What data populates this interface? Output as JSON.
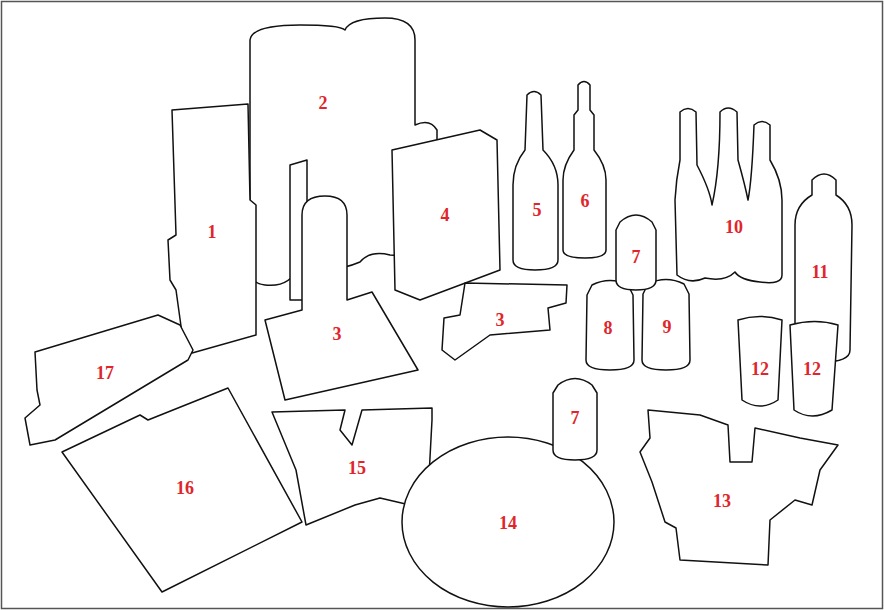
{
  "diagram": {
    "nodes": [
      {
        "text": [
          "2"
        ]
      },
      {
        "text": [
          "1"
        ]
      },
      {
        "text": [
          "3"
        ]
      },
      {
        "text": [
          "4"
        ]
      },
      {
        "text": [
          "5"
        ]
      },
      {
        "text": [
          "6"
        ]
      },
      {
        "text": [
          "10"
        ]
      },
      {
        "text": [
          "11"
        ]
      },
      {
        "text": [
          "7"
        ]
      },
      {
        "text": [
          "3"
        ]
      },
      {
        "text": [
          "8"
        ]
      },
      {
        "text": [
          "9"
        ]
      },
      {
        "text": [
          "12"
        ]
      },
      {
        "text": [
          "12"
        ]
      },
      {
        "text": [
          "17"
        ]
      },
      {
        "text": [
          "7"
        ]
      },
      {
        "text": [
          "16"
        ]
      },
      {
        "text": [
          "15"
        ]
      },
      {
        "text": [
          "14"
        ]
      },
      {
        "text": [
          "13"
        ]
      }
    ]
  }
}
